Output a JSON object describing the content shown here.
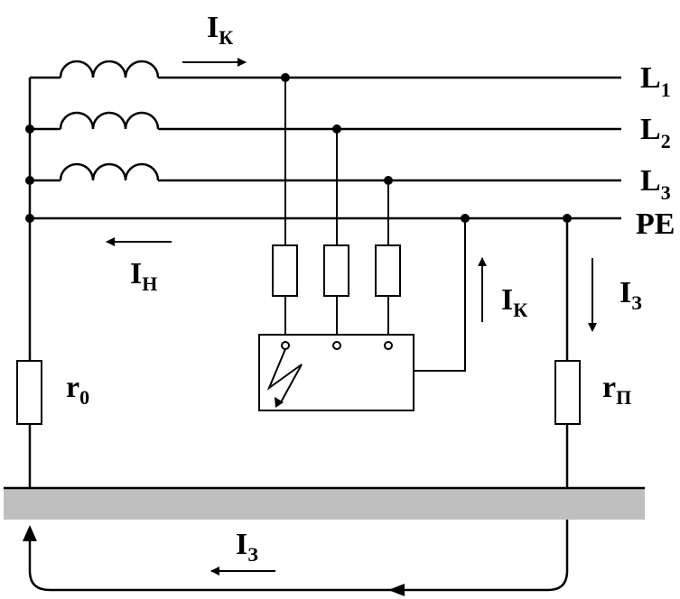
{
  "labels": {
    "L1_main": "L",
    "L1_sub": "1",
    "L2_main": "L",
    "L2_sub": "2",
    "L3_main": "L",
    "L3_sub": "3",
    "PE": "PE",
    "Ik_top_main": "I",
    "Ik_top_sub": "К",
    "In_main": "I",
    "In_sub": "Н",
    "Ik_mid_main": "I",
    "Ik_mid_sub": "К",
    "Iz_right_main": "I",
    "Iz_right_sub": "З",
    "Iz_bottom_main": "I",
    "Iz_bottom_sub": "З",
    "r0_main": "r",
    "r0_sub": "0",
    "rp_main": "r",
    "rp_sub": "П"
  },
  "colors": {
    "line": "#000000",
    "ground": "#bfbfbf",
    "background": "#ffffff"
  }
}
